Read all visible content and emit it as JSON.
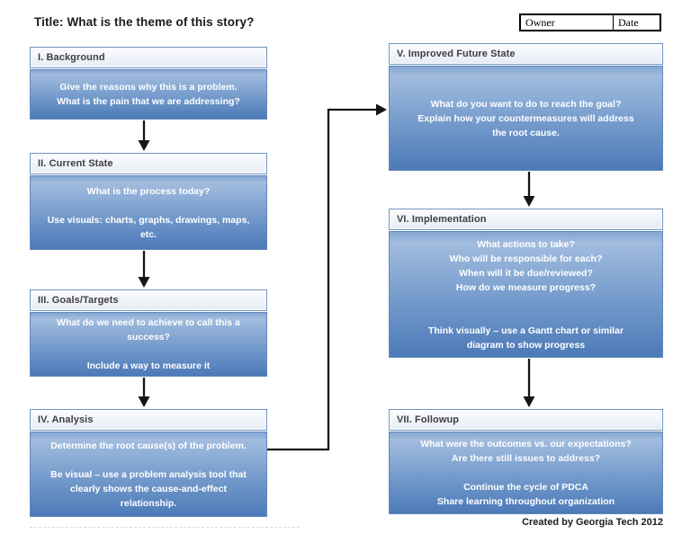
{
  "title": "Title: What is the theme of this story?",
  "meta": {
    "owner_label": "Owner",
    "date_label": "Date"
  },
  "credit": "Created by Georgia Tech 2012",
  "colors": {
    "box_border": "#6f94c0",
    "header_text": "#404040",
    "body_bottom": "#4c7ab8",
    "body_top": "#9db8db",
    "arrow": "#151515"
  },
  "boxes": {
    "background": {
      "header": "I. Background",
      "lines": [
        "Give the reasons why this is a problem.",
        "What is the pain that we are addressing?"
      ]
    },
    "current_state": {
      "header": "II. Current State",
      "lines": [
        "What is the process today?",
        "",
        "Use visuals: charts, graphs, drawings, maps,",
        "etc."
      ]
    },
    "goals_targets": {
      "header": "III. Goals/Targets",
      "lines": [
        "What do we need to achieve to call this a",
        "success?",
        "",
        "Include a way to measure it"
      ]
    },
    "analysis": {
      "header": "IV. Analysis",
      "lines": [
        "Determine the root cause(s) of the problem.",
        "",
        "Be visual – use a problem analysis tool that",
        "clearly shows the cause-and-effect",
        "relationship."
      ]
    },
    "improved_future_state": {
      "header": "V. Improved Future State",
      "lines": [
        "What do you want to do to reach the goal?",
        "Explain how your countermeasures will address",
        "the root cause."
      ]
    },
    "implementation": {
      "header": "VI. Implementation",
      "lines": [
        "What actions to take?",
        "Who will be responsible for each?",
        "When will it be due/reviewed?",
        "How do we measure progress?",
        "",
        "",
        "Think visually – use a Gantt chart or similar",
        "diagram to show progress"
      ]
    },
    "followup": {
      "header": "VII. Followup",
      "lines": [
        "What were the outcomes vs. our expectations?",
        "Are there still issues to address?",
        "",
        "Continue the cycle of PDCA",
        "Share learning throughout organization"
      ]
    }
  }
}
